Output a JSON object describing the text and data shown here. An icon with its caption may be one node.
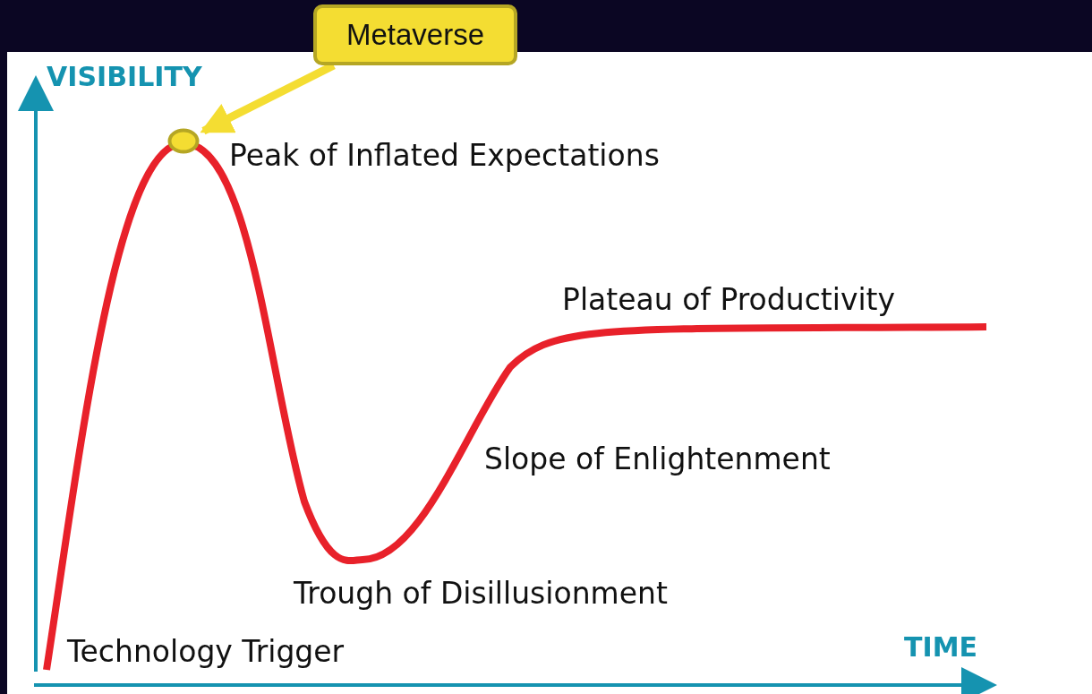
{
  "diagram": {
    "nodes": [
      {
        "text": [
          "Metaverse"
        ]
      },
      {
        "text": [],
        "shape": "circle"
      }
    ],
    "edges": [
      {
        "from": 0,
        "to": 1,
        "arrow": "to"
      }
    ],
    "labels": [
      "VISIBILITY",
      "Peak of Inflated Expectations",
      "Plateau of Productivity",
      "Slope of Enlightenment",
      "Trough of Disillusionment",
      "Technology Trigger",
      "TIME"
    ]
  }
}
